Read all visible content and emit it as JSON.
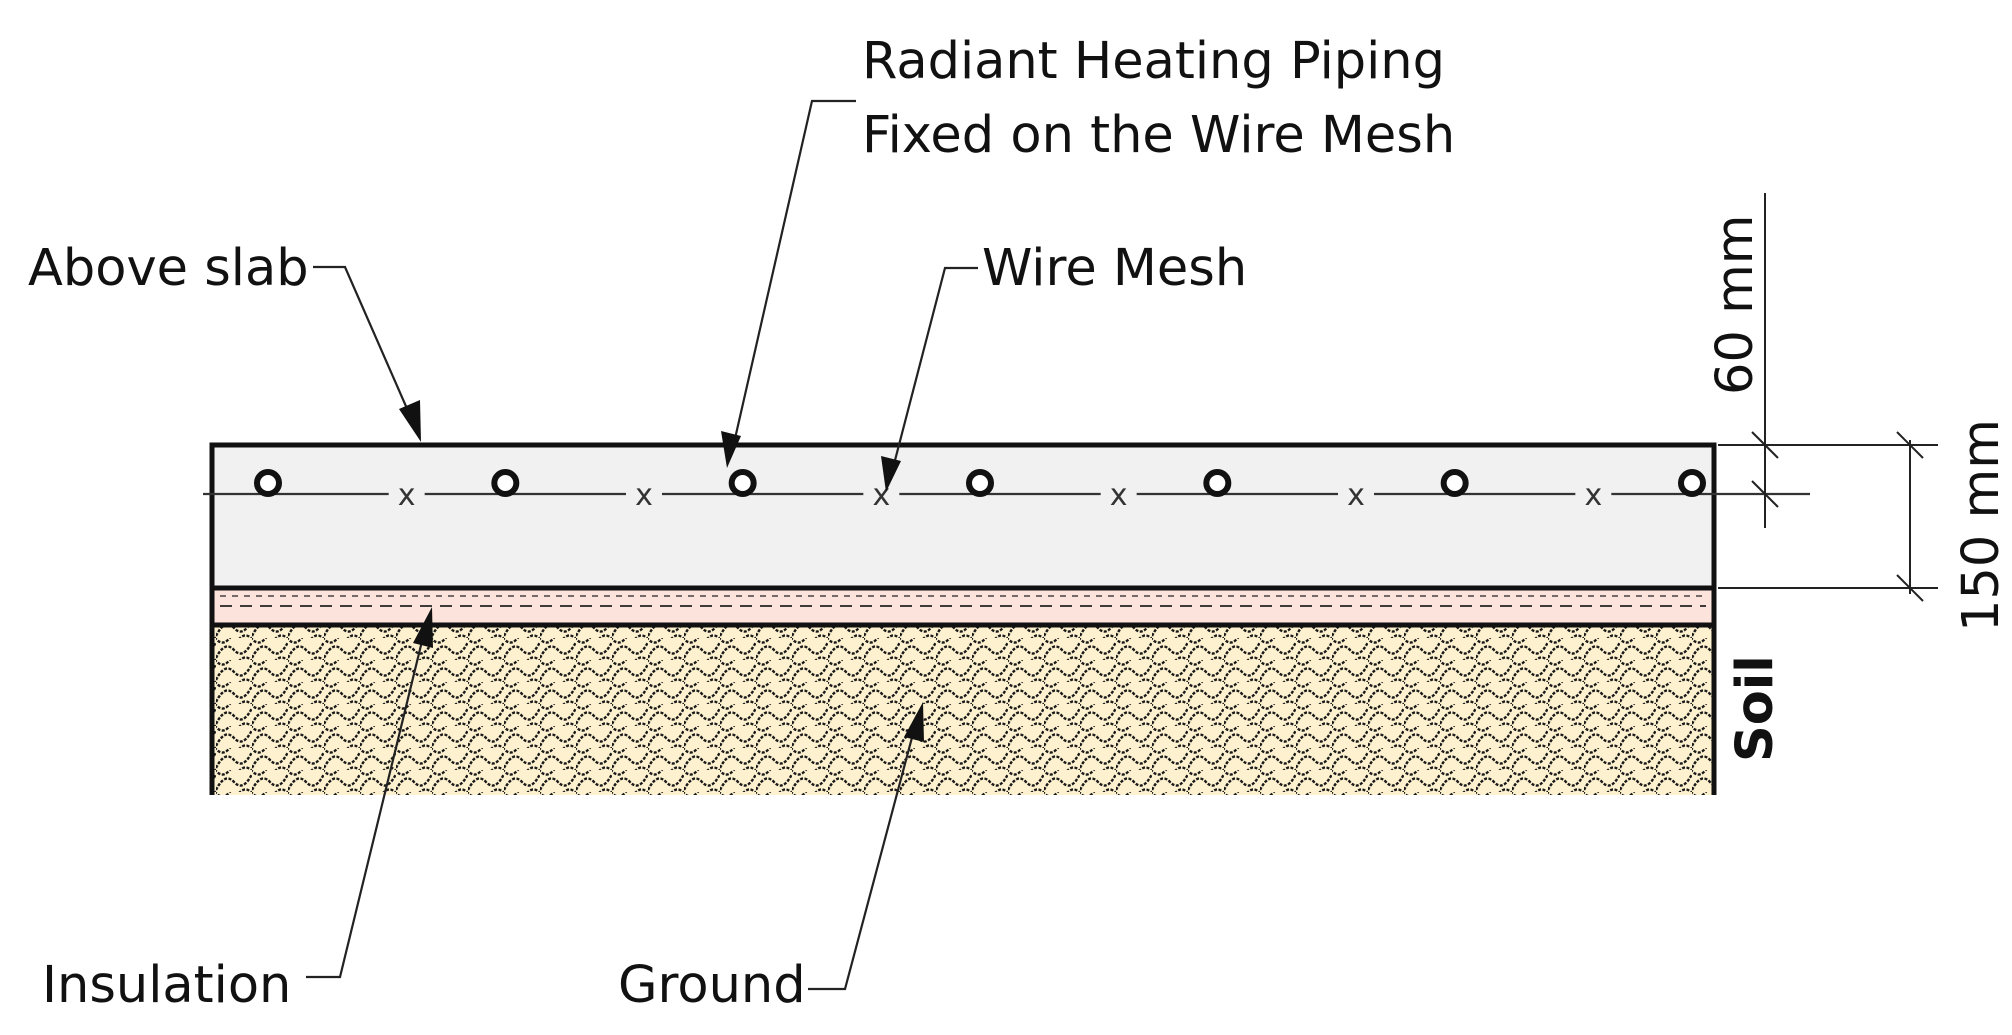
{
  "labels": {
    "above_slab": "Above slab",
    "piping_line1": "Radiant Heating Piping",
    "piping_line2": "Fixed on the Wire Mesh",
    "wire_mesh": "Wire Mesh",
    "insulation": "Insulation",
    "ground": "Ground",
    "soil": "Soil",
    "dim_60": "60 mm",
    "dim_150": "150 mm",
    "mesh_marker": "x"
  },
  "colors": {
    "slab_fill": "#f1f1f1",
    "insulation_fill": "#fce4dc",
    "ground_fill": "#fdf1cf",
    "ground_hatch": "#1a1a1a",
    "outline": "#111111"
  },
  "pipe_count": 7,
  "mesh_marker_count": 6
}
